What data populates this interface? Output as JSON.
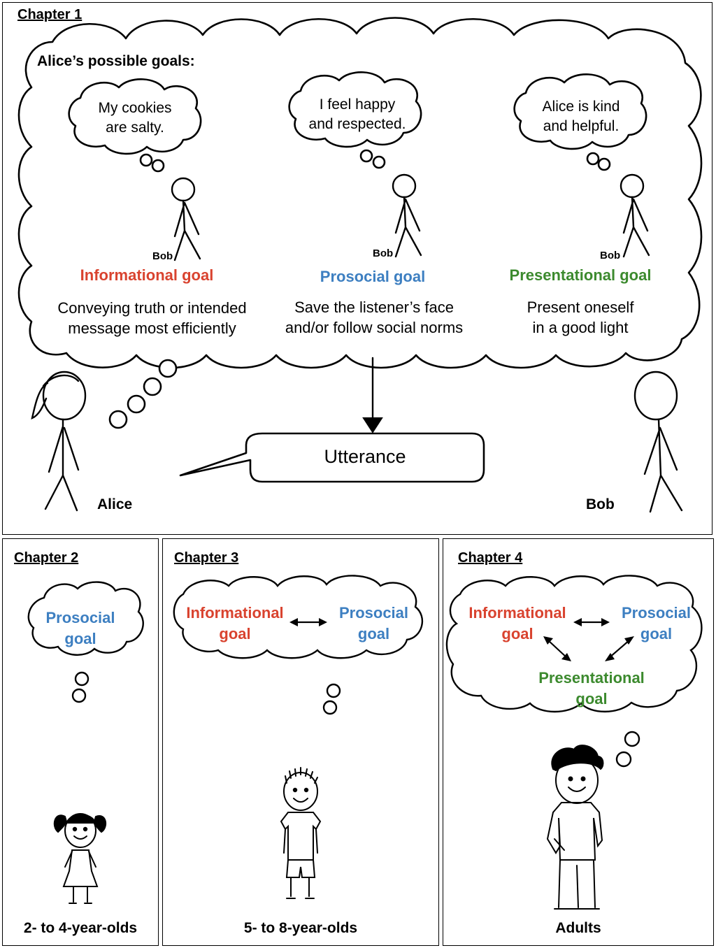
{
  "chapter1": {
    "heading": "Chapter 1",
    "thought_title": "Alice’s possible goals:",
    "goals": [
      {
        "bubble_lines": [
          "My cookies",
          "are salty."
        ],
        "listener": "Bob",
        "name": "Informational goal",
        "desc_lines": [
          "Conveying truth or intended",
          "message most efficiently"
        ],
        "color": "#d9432f"
      },
      {
        "bubble_lines": [
          "I feel happy",
          "and respected."
        ],
        "listener": "Bob",
        "name": "Prosocial goal",
        "desc_lines": [
          "Save the listener’s face",
          "and/or follow social norms"
        ],
        "color": "#3d7fc1"
      },
      {
        "bubble_lines": [
          "Alice is kind",
          "and helpful."
        ],
        "listener": "Bob",
        "name": "Presentational goal",
        "desc_lines": [
          "Present oneself",
          "in a good light"
        ],
        "color": "#3c8a2e"
      }
    ],
    "utterance": "Utterance",
    "speaker": "Alice",
    "listener": "Bob"
  },
  "chapter2": {
    "heading": "Chapter 2",
    "goal_lines": [
      "Prosocial",
      "goal"
    ],
    "caption": "2- to 4-year-olds"
  },
  "chapter3": {
    "heading": "Chapter 3",
    "goal_a_lines": [
      "Informational",
      "goal"
    ],
    "goal_b_lines": [
      "Prosocial",
      "goal"
    ],
    "caption": "5- to 8-year-olds"
  },
  "chapter4": {
    "heading": "Chapter 4",
    "goal_a_lines": [
      "Informational",
      "goal"
    ],
    "goal_b_lines": [
      "Prosocial",
      "goal"
    ],
    "goal_c_lines": [
      "Presentational",
      "goal"
    ],
    "caption": "Adults"
  },
  "colors": {
    "informational": "#d9432f",
    "prosocial": "#3d7fc1",
    "presentational": "#3c8a2e"
  }
}
